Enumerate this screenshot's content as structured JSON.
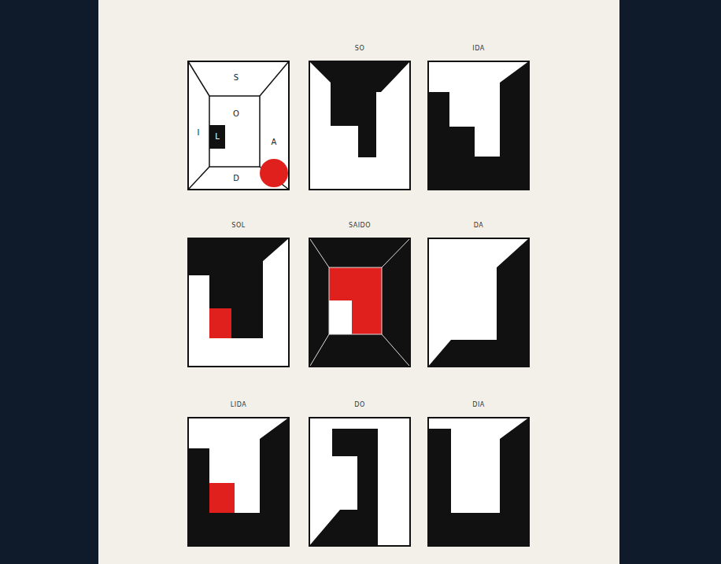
{
  "diagram": {
    "nodes": [
      {
        "text": [
          "SO"
        ]
      },
      {
        "text": [
          "IDA"
        ]
      },
      {
        "text": [
          "SOL"
        ]
      },
      {
        "text": [
          "SAIDO"
        ]
      },
      {
        "text": [
          "DA"
        ]
      },
      {
        "text": [
          "LIDA"
        ]
      },
      {
        "text": [
          "DO"
        ]
      },
      {
        "text": [
          "DIA"
        ]
      }
    ],
    "labels": [
      "S",
      "O",
      "I",
      "L",
      "A",
      "D"
    ]
  }
}
